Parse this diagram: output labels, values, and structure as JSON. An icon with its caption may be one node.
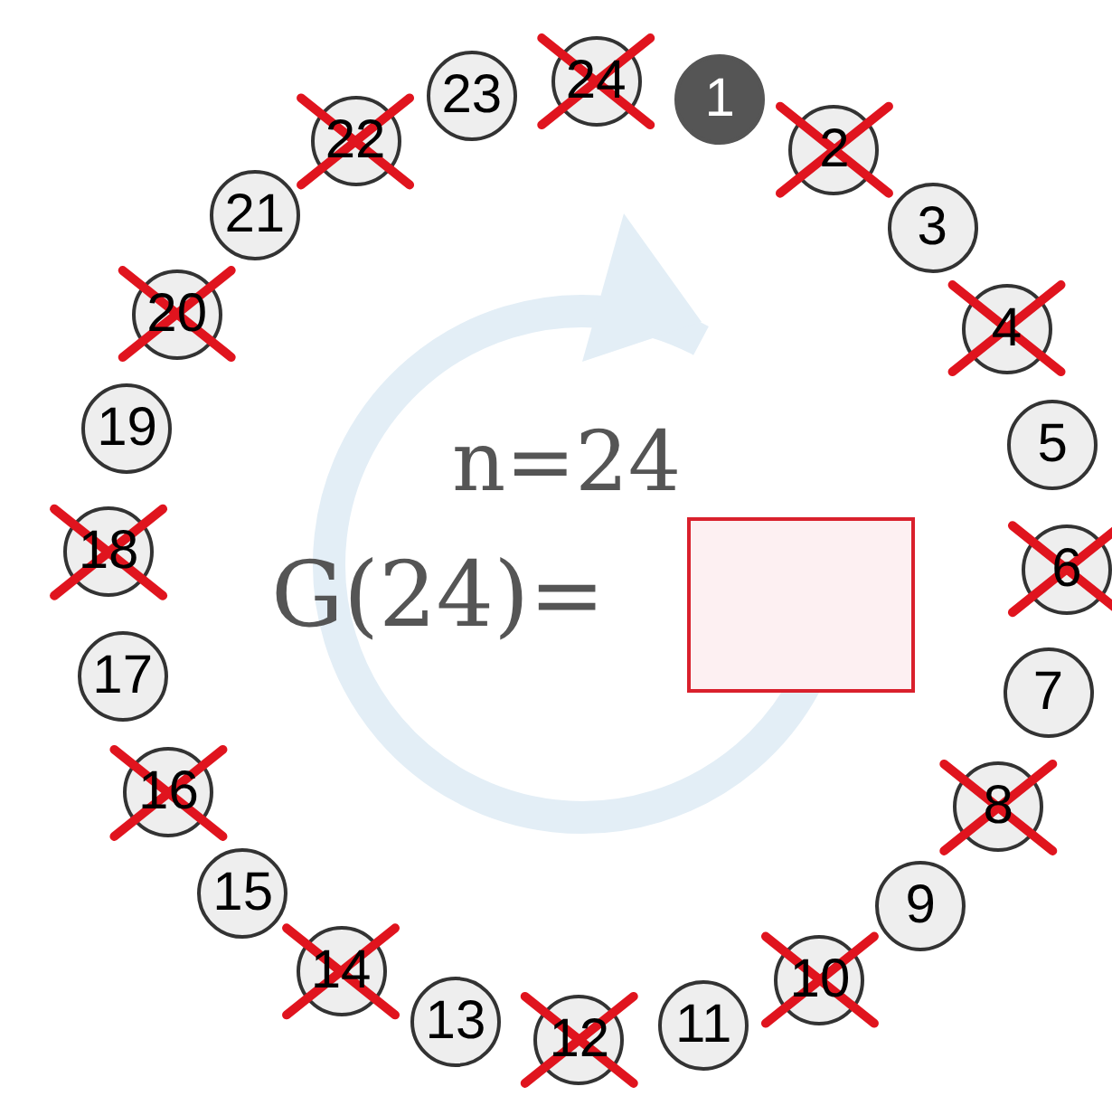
{
  "diagram": {
    "nodes": [
      {
        "text": [
          "1"
        ]
      },
      {
        "text": [
          "2"
        ]
      },
      {
        "text": [
          "3"
        ]
      },
      {
        "text": [
          "4"
        ]
      },
      {
        "text": [
          "5"
        ]
      },
      {
        "text": [
          "6"
        ]
      },
      {
        "text": [
          "7"
        ]
      },
      {
        "text": [
          "8"
        ]
      },
      {
        "text": [
          "9"
        ]
      },
      {
        "text": [
          "10"
        ]
      },
      {
        "text": [
          "11"
        ]
      },
      {
        "text": [
          "12"
        ]
      },
      {
        "text": [
          "13"
        ]
      },
      {
        "text": [
          "14"
        ]
      },
      {
        "text": [
          "15"
        ]
      },
      {
        "text": [
          "16"
        ]
      },
      {
        "text": [
          "17"
        ]
      },
      {
        "text": [
          "18"
        ]
      },
      {
        "text": [
          "19"
        ]
      },
      {
        "text": [
          "20"
        ]
      },
      {
        "text": [
          "21"
        ]
      },
      {
        "text": [
          "22"
        ]
      },
      {
        "text": [
          "23"
        ]
      },
      {
        "text": [
          "24"
        ]
      },
      {
        "text": [],
        "shape": "box"
      }
    ],
    "edges": [],
    "labels": [
      "n=24",
      "G(24)="
    ]
  }
}
